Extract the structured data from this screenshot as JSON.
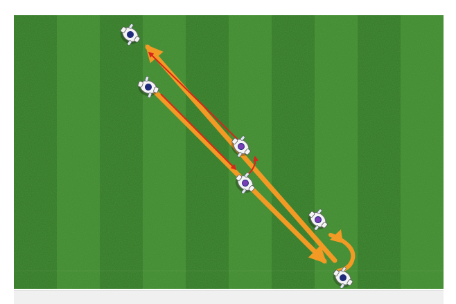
{
  "diagram": {
    "kind": "soccer passing drill",
    "pitch_colors": {
      "light_stripe": "#3e8a2c",
      "dark_stripe": "#2f7622",
      "noise": "#1f5a16"
    },
    "arrow_colors": {
      "run": "#f39a25",
      "pass": "#d8261a"
    },
    "players": [
      {
        "id": "p1",
        "label": "",
        "kit": "white-blue"
      },
      {
        "id": "p2",
        "label": "",
        "kit": "white-blue"
      },
      {
        "id": "p3",
        "label": "",
        "kit": "white-purple"
      },
      {
        "id": "p4",
        "label": "",
        "kit": "white-purple"
      },
      {
        "id": "p5",
        "label": "",
        "kit": "white-purple"
      },
      {
        "id": "p6",
        "label": "",
        "kit": "white-blue"
      }
    ]
  }
}
